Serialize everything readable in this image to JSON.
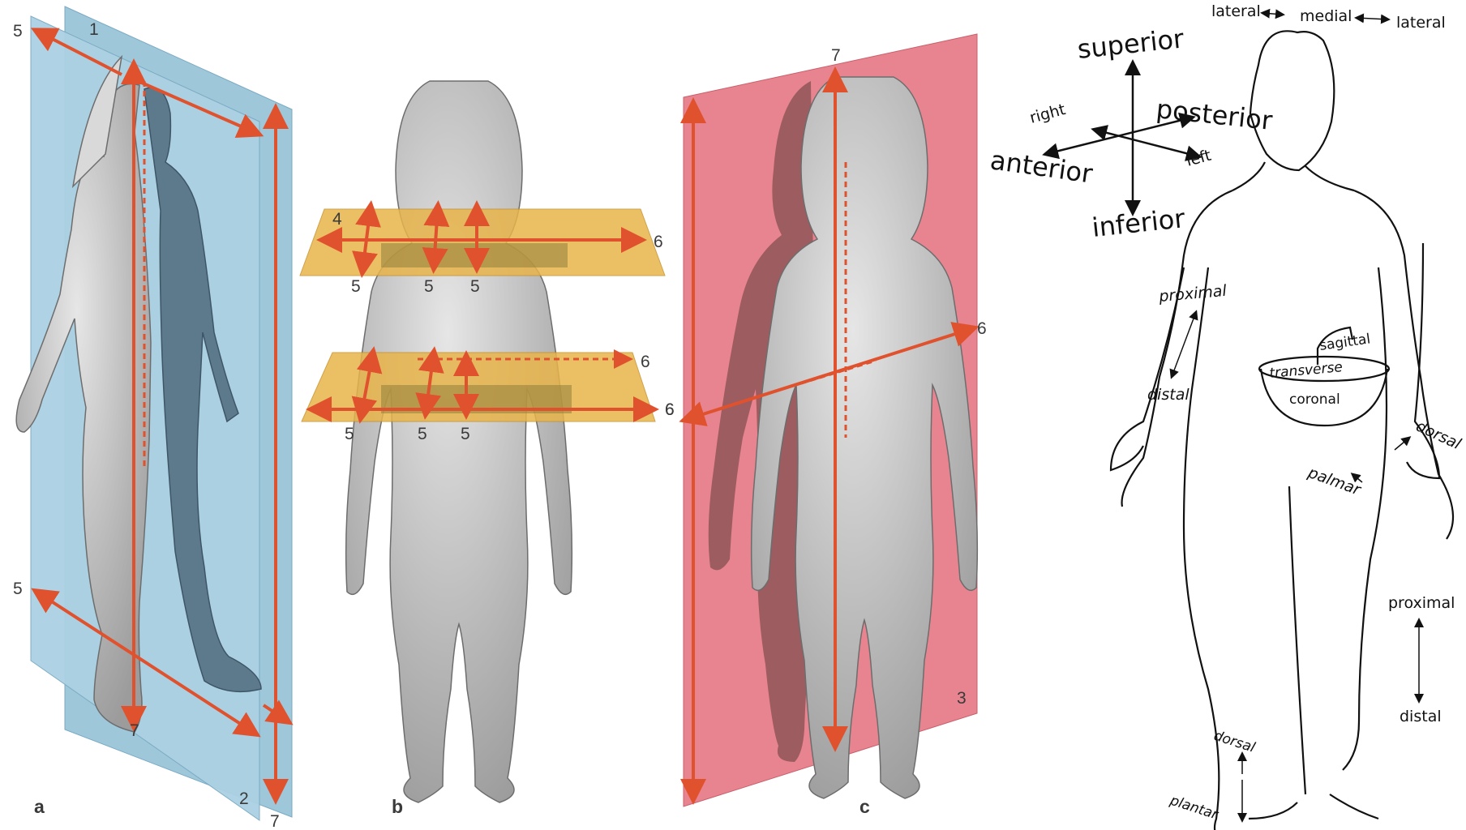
{
  "panels": {
    "a": {
      "label": "a",
      "numbers": {
        "n1": "1",
        "n2": "2",
        "n5_top": "5",
        "n5_bottom": "5",
        "n7_inner": "7",
        "n7_outer": "7"
      },
      "colors": {
        "plane": "#a9cfe0",
        "shadow_plane": "#7fb2cc",
        "arrow": "#e0522e"
      }
    },
    "b": {
      "label": "b",
      "numbers": {
        "n4": "4",
        "n6_upper": "6",
        "n6_lower_a": "6",
        "n6_lower_b": "6",
        "n5_u1": "5",
        "n5_u2": "5",
        "n5_u3": "5",
        "n5_l1": "5",
        "n5_l2": "5",
        "n5_l3": "5"
      },
      "colors": {
        "plane": "#e8b44a",
        "arrow": "#e0522e"
      }
    },
    "c": {
      "label": "c",
      "numbers": {
        "n3": "3",
        "n6": "6",
        "n6_left": "6",
        "n7": "7"
      },
      "colors": {
        "plane": "#e8848f",
        "arrow": "#e0522e"
      }
    }
  },
  "orientation": {
    "superior": "superior",
    "inferior": "inferior",
    "anterior": "anterior",
    "posterior": "posterior",
    "right": "right",
    "left": "left"
  },
  "figure": {
    "lateral_left": "lateral",
    "medial": "medial",
    "lateral_right": "lateral",
    "proximal_arm": "proximal",
    "distal_arm": "distal",
    "dorsal_hand": "dorsal",
    "palmar": "palmar",
    "proximal_leg": "proximal",
    "distal_leg": "distal",
    "dorsal_foot": "dorsal",
    "plantar": "plantar",
    "sagittal": "sagittal",
    "transverse": "transverse",
    "coronal": "coronal"
  }
}
